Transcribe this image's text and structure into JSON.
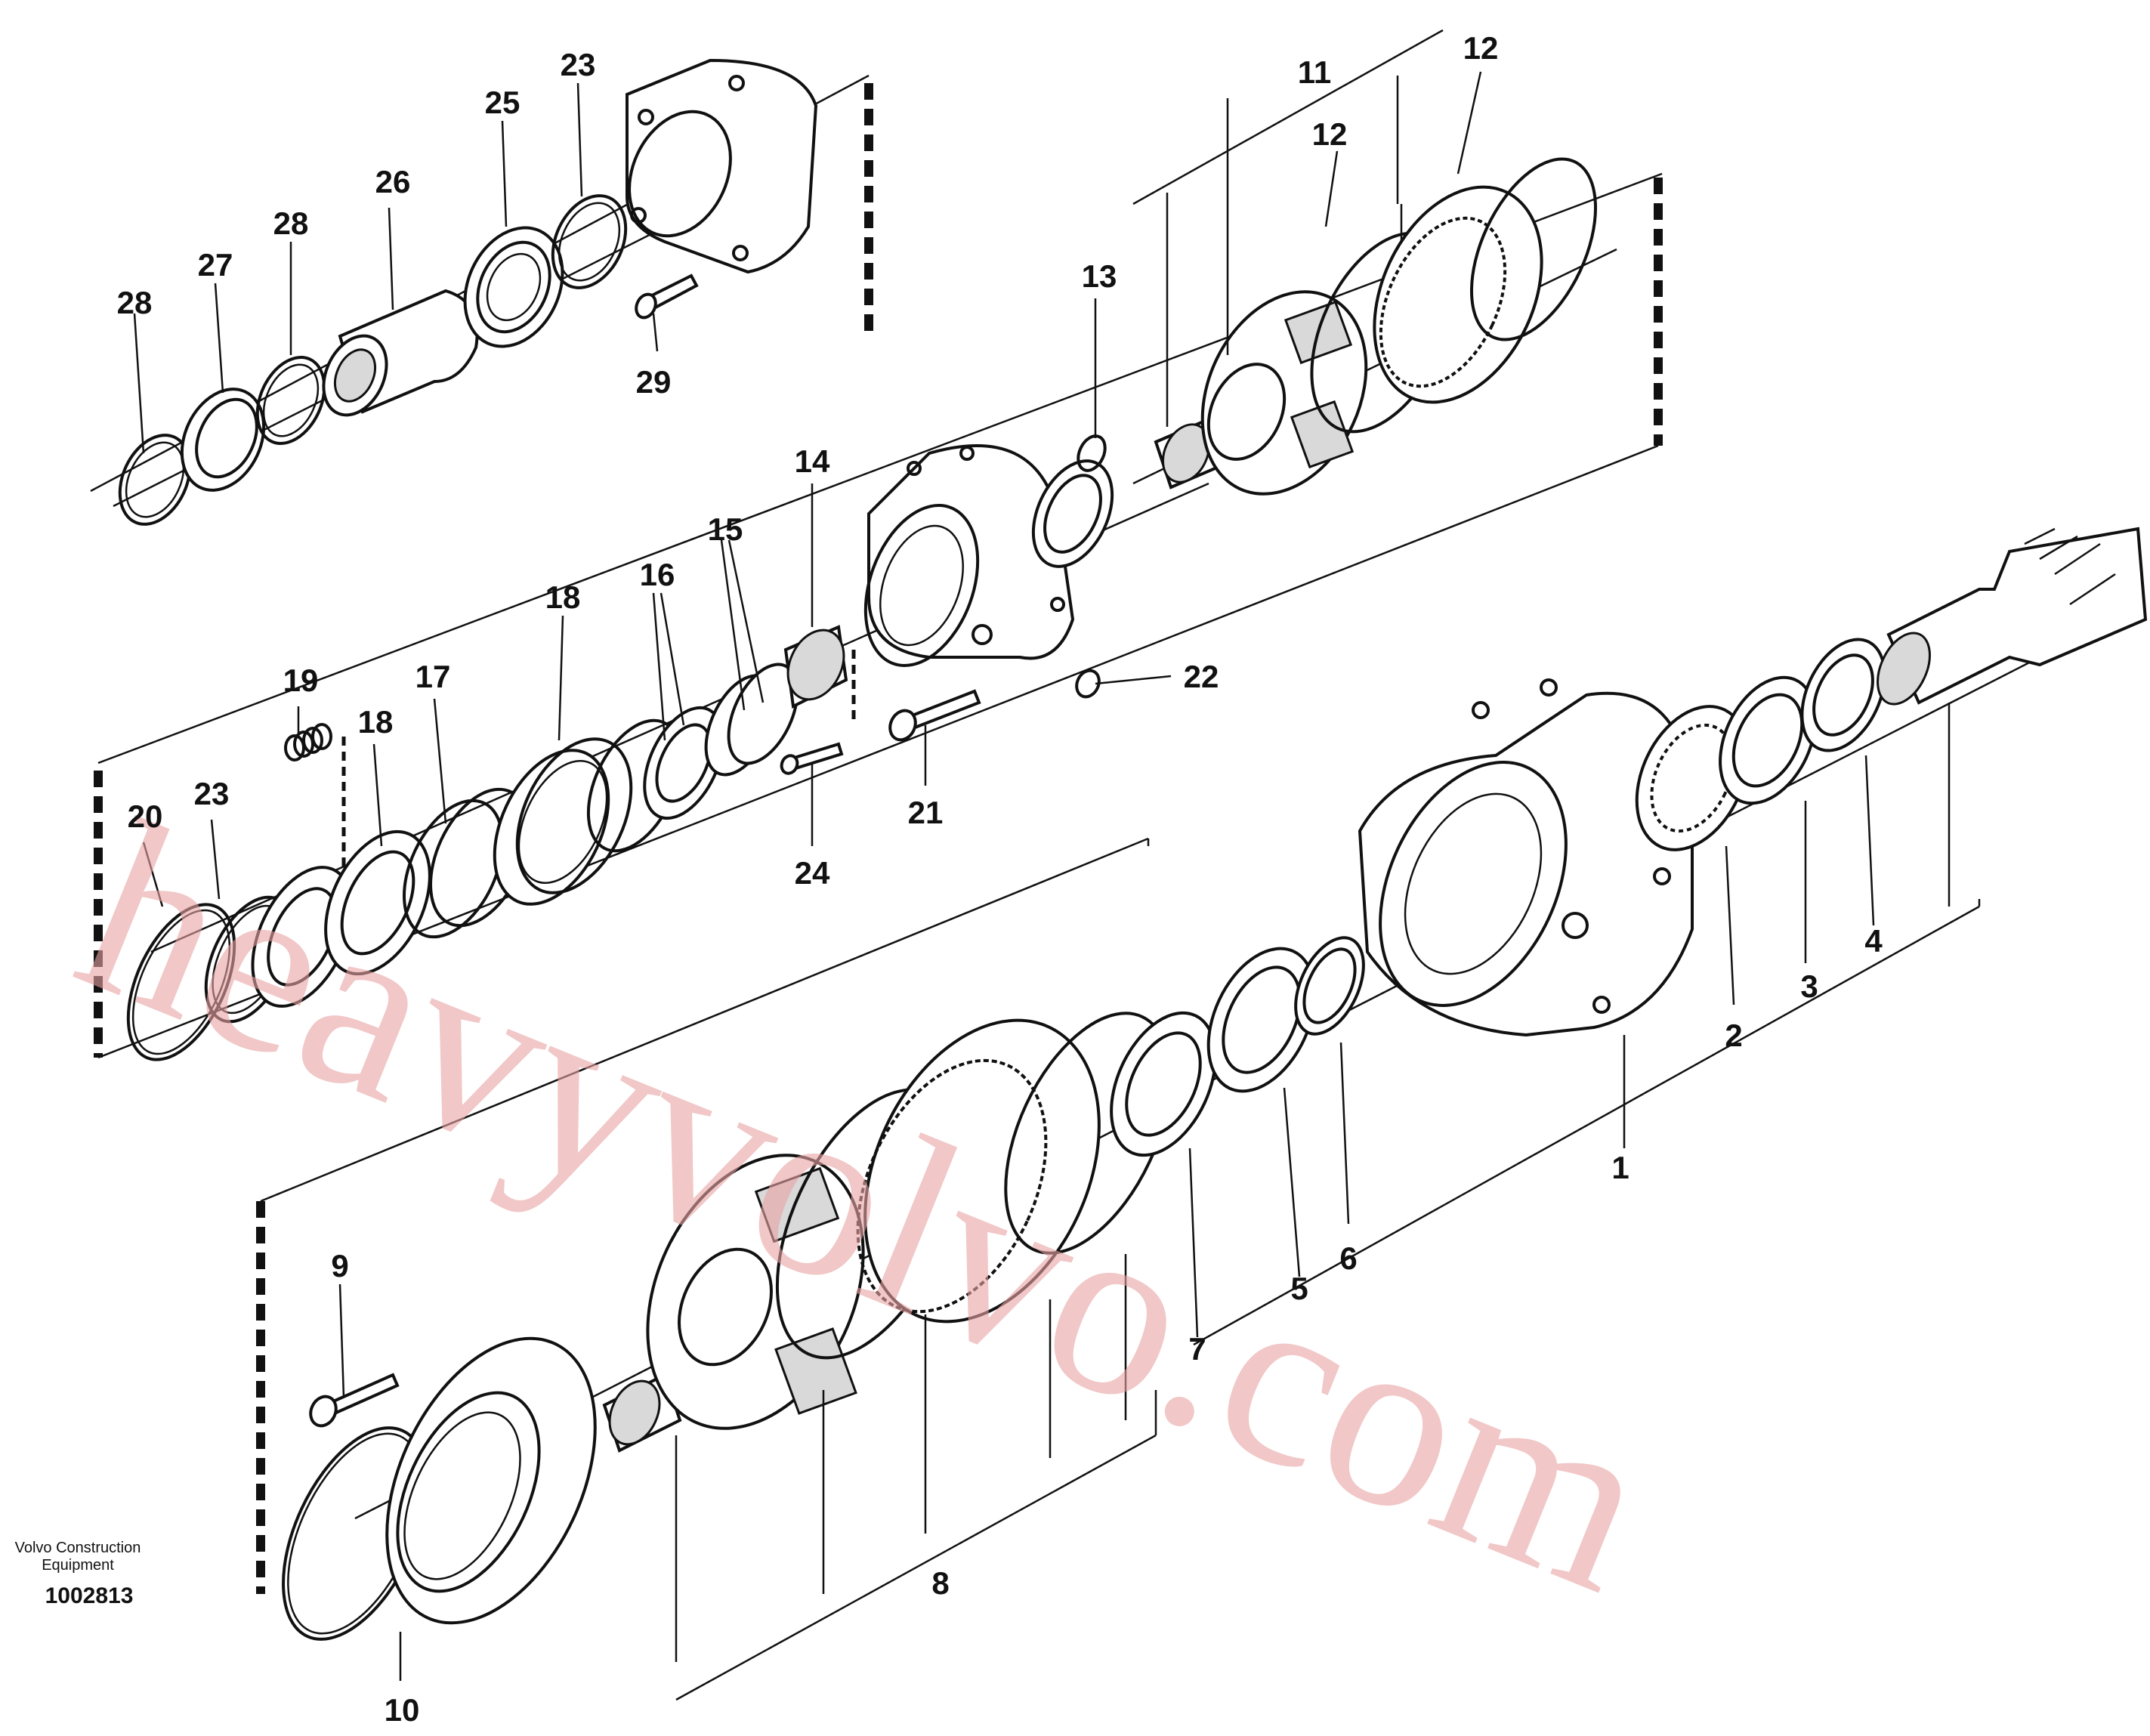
{
  "watermark": "heavyvolvo.com",
  "credit": {
    "line1": "Volvo Construction",
    "line2": "Equipment",
    "drawing_number": "1002813"
  },
  "callouts": {
    "n1": "1",
    "n2": "2",
    "n3": "3",
    "n4": "4",
    "n5": "5",
    "n6": "6",
    "n7": "7",
    "n8": "8",
    "n9": "9",
    "n10": "10",
    "n11": "11",
    "n12a": "12",
    "n12b": "12",
    "n13": "13",
    "n14": "14",
    "n15": "15",
    "n16": "16",
    "n17": "17",
    "n18a": "18",
    "n18b": "18",
    "n19": "19",
    "n20": "20",
    "n21": "21",
    "n22": "22",
    "n23a": "23",
    "n23b": "23",
    "n24": "24",
    "n25": "25",
    "n26": "26",
    "n27": "27",
    "n28a": "28",
    "n28b": "28",
    "n29": "29"
  }
}
